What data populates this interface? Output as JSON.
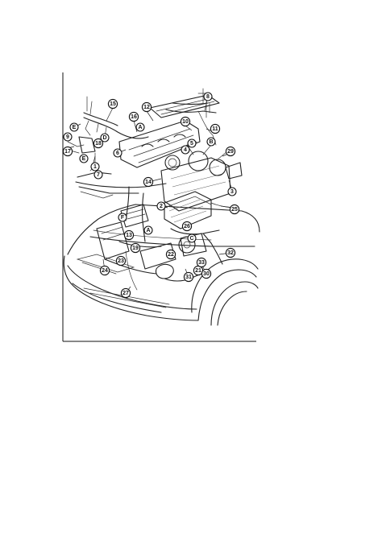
{
  "callouts": [
    {
      "id": "c8",
      "label": "8"
    },
    {
      "id": "c15",
      "label": "15"
    },
    {
      "id": "c12",
      "label": "12"
    },
    {
      "id": "c16",
      "label": "16"
    },
    {
      "id": "cA1",
      "label": "A"
    },
    {
      "id": "c10",
      "label": "10"
    },
    {
      "id": "c11",
      "label": "11"
    },
    {
      "id": "cE1",
      "label": "E"
    },
    {
      "id": "c18",
      "label": "18"
    },
    {
      "id": "cD",
      "label": "D"
    },
    {
      "id": "c9",
      "label": "9"
    },
    {
      "id": "c6",
      "label": "6"
    },
    {
      "id": "c5",
      "label": "5"
    },
    {
      "id": "c17",
      "label": "17"
    },
    {
      "id": "cE2",
      "label": "E"
    },
    {
      "id": "c1",
      "label": "1"
    },
    {
      "id": "c7",
      "label": "7"
    },
    {
      "id": "c4",
      "label": "4"
    },
    {
      "id": "cB",
      "label": "B"
    },
    {
      "id": "c29",
      "label": "29"
    },
    {
      "id": "c14",
      "label": "14"
    },
    {
      "id": "c3",
      "label": "3"
    },
    {
      "id": "c2",
      "label": "2"
    },
    {
      "id": "c25",
      "label": "25"
    },
    {
      "id": "cF",
      "label": "F"
    },
    {
      "id": "c13",
      "label": "13"
    },
    {
      "id": "c26",
      "label": "26"
    },
    {
      "id": "cC",
      "label": "C"
    },
    {
      "id": "cA2",
      "label": "A"
    },
    {
      "id": "c19",
      "label": "19"
    },
    {
      "id": "c23",
      "label": "23"
    },
    {
      "id": "c22",
      "label": "22"
    },
    {
      "id": "c24",
      "label": "24"
    },
    {
      "id": "c21",
      "label": "21"
    },
    {
      "id": "c31",
      "label": "31"
    },
    {
      "id": "c30",
      "label": "30"
    },
    {
      "id": "c32",
      "label": "32"
    },
    {
      "id": "c33",
      "label": "33"
    },
    {
      "id": "c27",
      "label": "27"
    }
  ]
}
